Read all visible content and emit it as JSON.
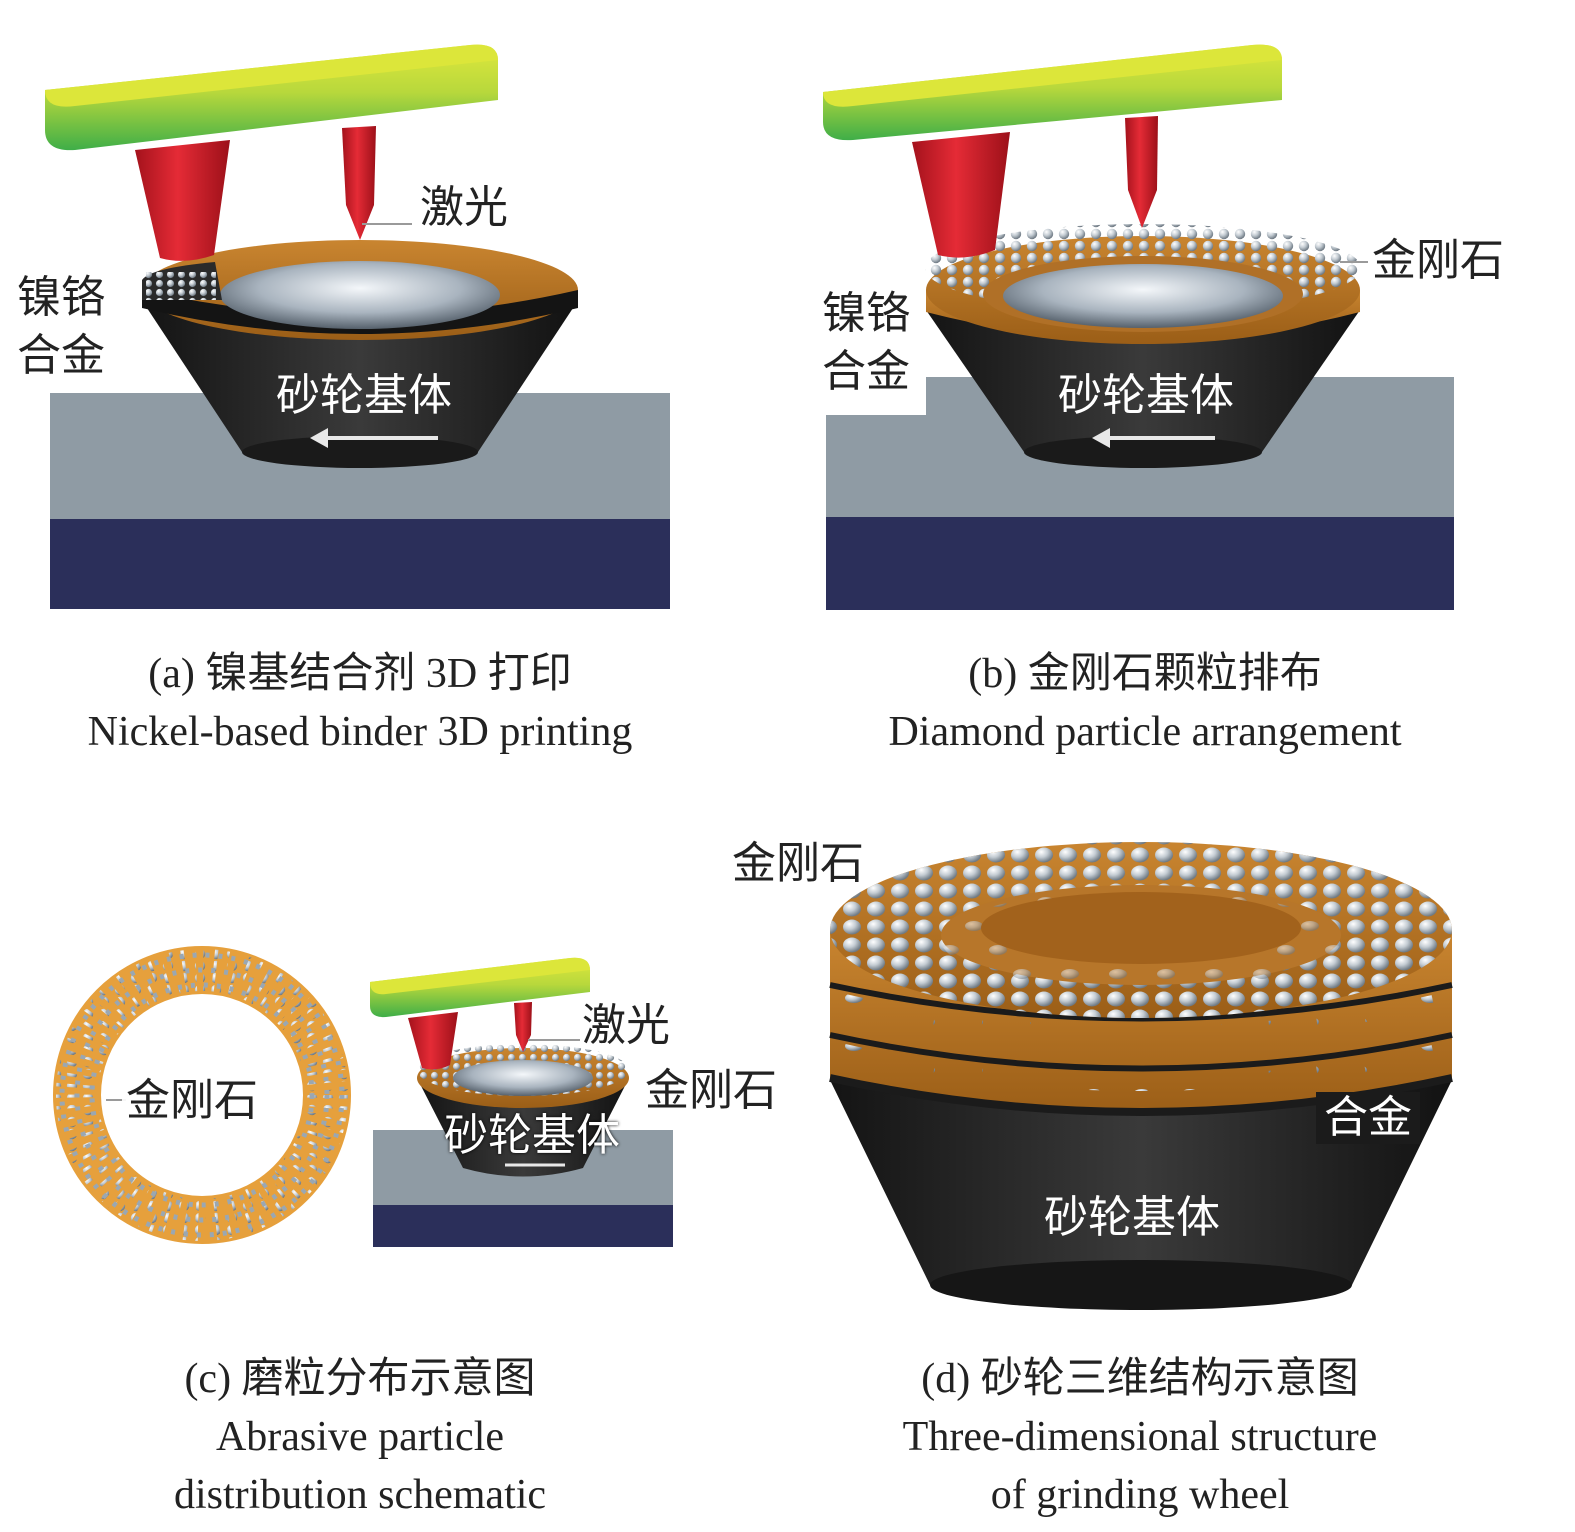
{
  "colors": {
    "holder_top": "#d9e43a",
    "holder_front": "#52b948",
    "nozzle": "#d01f2b",
    "ring": "#b87321",
    "wheel_body": "#1f1f1f",
    "table_top": "#8f9ba4",
    "table_base": "#2b2f5a",
    "particle": "#c5ccd2"
  },
  "panels": {
    "a": {
      "label_laser": "激光",
      "label_alloy_line1": "镍铬",
      "label_alloy_line2": "合金",
      "label_body": "砂轮基体",
      "caption_cn": "(a) 镍基结合剂 3D 打印",
      "caption_en": "Nickel-based binder 3D printing"
    },
    "b": {
      "label_diamond": "金刚石",
      "label_alloy_line1": "镍铬",
      "label_alloy_line2": "合金",
      "label_body": "砂轮基体",
      "caption_cn": "(b) 金刚石颗粒排布",
      "caption_en": "Diamond particle arrangement"
    },
    "c": {
      "label_ring_diamond": "金刚石",
      "label_laser": "激光",
      "label_diamond": "金刚石",
      "label_body": "砂轮基体",
      "caption_cn": "(c) 磨粒分布示意图",
      "caption_en_line1": "Abrasive particle",
      "caption_en_line2": "distribution schematic"
    },
    "d": {
      "label_diamond": "金刚石",
      "label_alloy": "合金",
      "label_body": "砂轮基体",
      "caption_cn": "(d) 砂轮三维结构示意图",
      "caption_en_line1": "Three-dimensional structure",
      "caption_en_line2": "of grinding wheel"
    }
  }
}
